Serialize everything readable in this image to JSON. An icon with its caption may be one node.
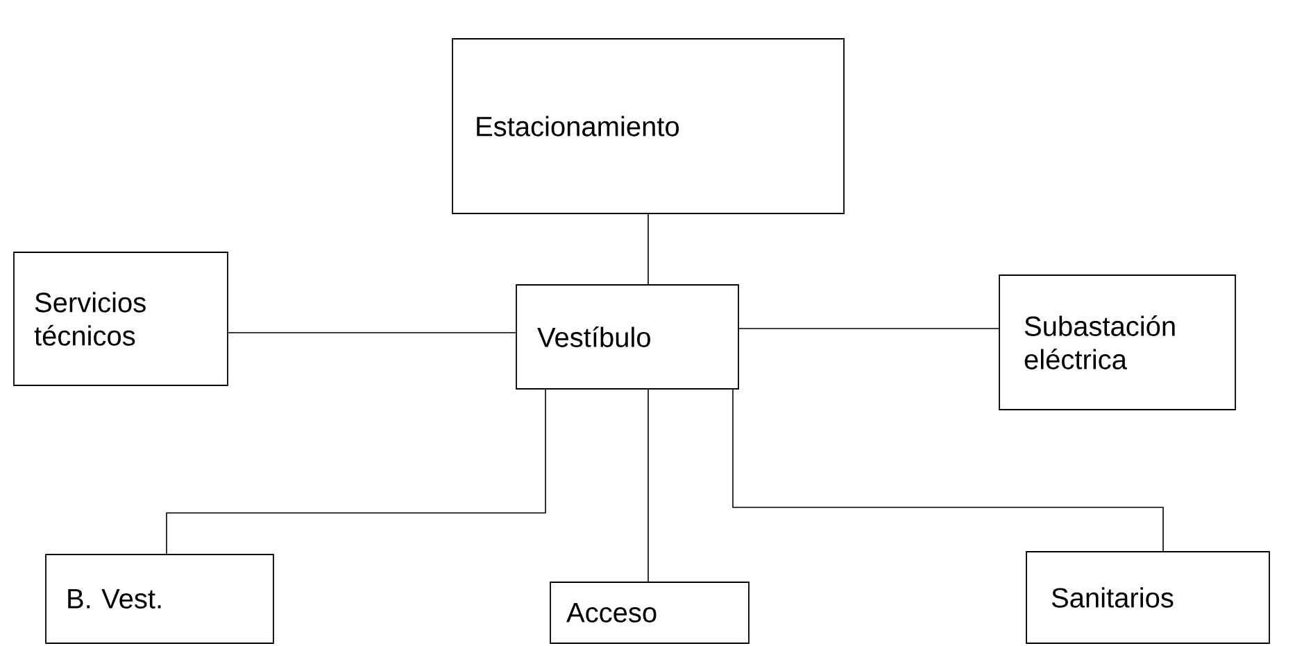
{
  "diagram": {
    "nodes": [
      {
        "text": [
          "Estacionamiento"
        ]
      },
      {
        "text": [
          "Servicios técnicos"
        ]
      },
      {
        "text": [
          "Vestíbulo"
        ]
      },
      {
        "text": [
          "Subastación eléctrica"
        ]
      },
      {
        "text": [
          "B. Vest."
        ]
      },
      {
        "text": [
          "Acceso"
        ]
      },
      {
        "text": [
          "Sanitarios"
        ]
      }
    ],
    "edges": [
      {
        "from": 0,
        "to": 2,
        "arrow": "none"
      },
      {
        "from": 1,
        "to": 2,
        "arrow": "none"
      },
      {
        "from": 2,
        "to": 3,
        "arrow": "none"
      },
      {
        "from": 2,
        "to": 4,
        "arrow": "none"
      },
      {
        "from": 2,
        "to": 5,
        "arrow": "none"
      },
      {
        "from": 2,
        "to": 6,
        "arrow": "none"
      }
    ]
  }
}
